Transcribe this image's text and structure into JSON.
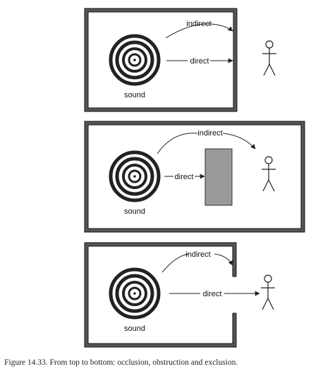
{
  "panels": [
    {
      "source_label": "sound",
      "indirect_label": "indirect",
      "direct_label": "direct"
    },
    {
      "source_label": "sound",
      "indirect_label": "indirect",
      "direct_label": "direct"
    },
    {
      "source_label": "sound",
      "indirect_label": "indirect",
      "direct_label": "direct"
    }
  ],
  "caption": "Figure 14.33. From top to bottom: occlusion, obstruction and exclusion."
}
